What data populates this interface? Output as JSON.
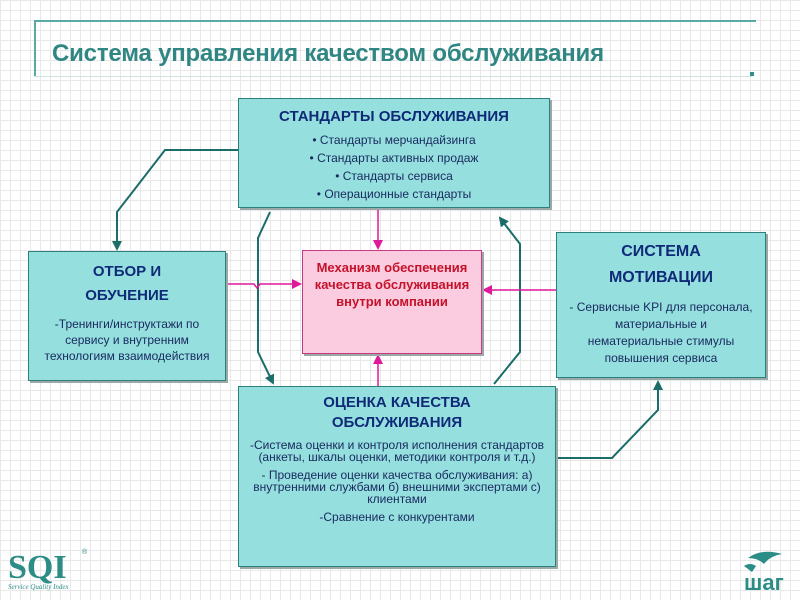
{
  "slide": {
    "title": "Система управления качеством обслуживания"
  },
  "colors": {
    "box_fill": "#95e0de",
    "box_border": "#2d7f7b",
    "center_fill": "#fbcbe0",
    "center_text": "#c4122a",
    "arrow_teal": "#1b6d6a",
    "arrow_magenta": "#e0189a",
    "title_color": "#2f8683"
  },
  "standards": {
    "heading": "СТАНДАРТЫ ОБСЛУЖИВАНИЯ",
    "items": [
      "• Стандарты мерчандайзинга",
      "• Стандарты активных продаж",
      "• Стандарты сервиса",
      "• Операционные стандарты"
    ]
  },
  "selection": {
    "heading_line1": "ОТБОР И",
    "heading_line2": "ОБУЧЕНИЕ",
    "body": "-Тренинги/инструктажи по сервису и внутренним технологиям взаимодействия"
  },
  "motivation": {
    "heading_line1": "СИСТЕМА",
    "heading_line2": "МОТИВАЦИИ",
    "body": "- Сервисные KPI для персонала, материальные и нематериальные стимулы повышения сервиса"
  },
  "evaluation": {
    "heading_line1": "ОЦЕНКА КАЧЕСТВА",
    "heading_line2": "ОБСЛУЖИВАНИЯ",
    "item1": "-Система оценки и контроля исполнения стандартов (анкеты, шкалы оценки, методики контроля и т.д.)",
    "item2": "- Проведение оценки качества обслуживания: а) внутренними службами б) внешними экспертами с) клиентами",
    "item3": "-Сравнение с конкурентами"
  },
  "mechanism": {
    "text": "Механизм обеспечения качества обслуживания внутри компании"
  },
  "logos": {
    "sqi_text": "SQI",
    "sqi_subtitle": "Service Quality Index",
    "sqi_mark": "®",
    "shag_text": "шаг",
    "sqi_icon": "sqi-logo",
    "shag_icon": "shag-logo"
  }
}
